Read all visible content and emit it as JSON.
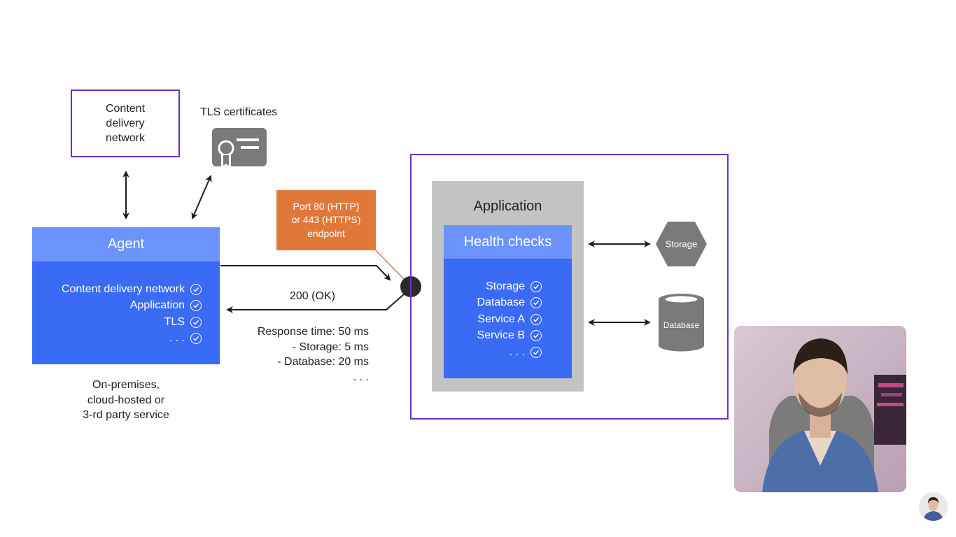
{
  "cdn": {
    "label": "Content delivery network"
  },
  "tls": {
    "label": "TLS certificates"
  },
  "agent": {
    "title": "Agent",
    "checks": [
      "Content delivery network",
      "Application",
      "TLS",
      ". . ."
    ]
  },
  "deployment_note": [
    "On-premises,",
    "cloud-hosted or",
    "3-rd party service"
  ],
  "endpoint": {
    "label": [
      "Port 80 (HTTP)",
      "or 443 (HTTPS)",
      "endpoint"
    ]
  },
  "response": {
    "status": "200 (OK)",
    "lines": [
      "Response time: 50 ms",
      "- Storage: 5 ms",
      "- Database: 20 ms",
      ". . ."
    ]
  },
  "application": {
    "title": "Application"
  },
  "health_checks": {
    "title": "Health checks",
    "items": [
      "Storage",
      "Database",
      "Service A",
      "Service B",
      ". . ."
    ]
  },
  "storage": {
    "label": "Storage"
  },
  "database": {
    "label": "Database"
  },
  "colors": {
    "agent_blue": "#3a6bf5",
    "header_blue": "#6b93fb",
    "frame_purple": "#6b2fc9",
    "endpoint_orange": "#e0783a",
    "app_gray": "#c3c3c3",
    "shape_gray": "#7a7a7a"
  }
}
